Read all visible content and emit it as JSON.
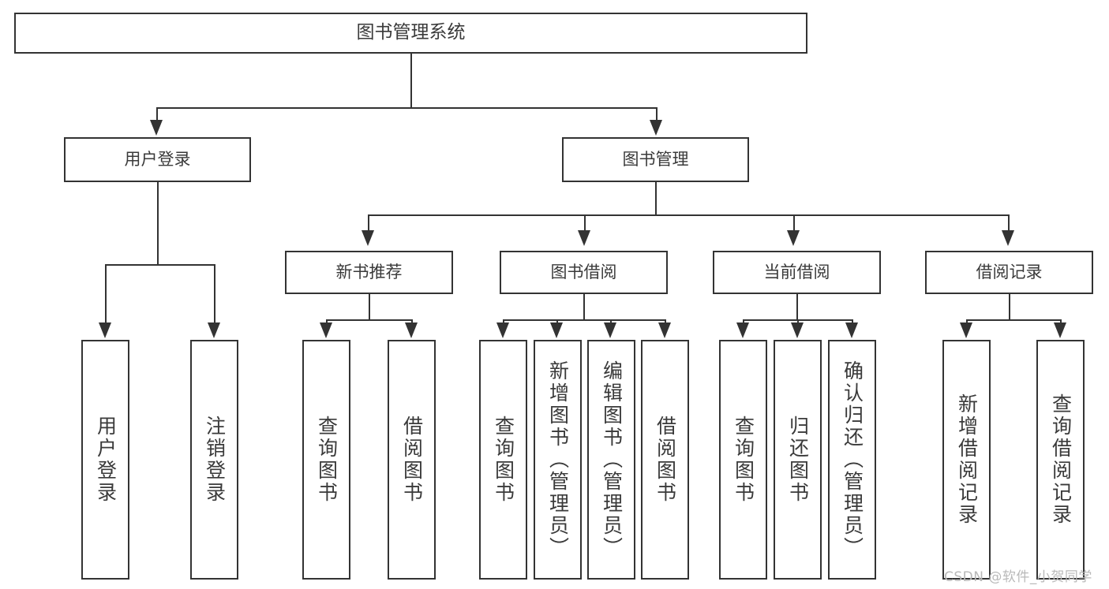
{
  "diagram": {
    "type": "tree-hierarchy",
    "title": "图书管理系统",
    "root": {
      "label": "图书管理系统"
    },
    "level2": [
      {
        "label": "用户登录"
      },
      {
        "label": "图书管理"
      }
    ],
    "level3": [
      {
        "label": "新书推荐"
      },
      {
        "label": "图书借阅"
      },
      {
        "label": "当前借阅"
      },
      {
        "label": "借阅记录"
      }
    ],
    "leaves": {
      "user_login": [
        {
          "label": "用户登录"
        },
        {
          "label": "注销登录"
        }
      ],
      "new_book_recommend": [
        {
          "label": "查询图书"
        },
        {
          "label": "借阅图书"
        }
      ],
      "book_borrow": [
        {
          "label": "查询图书"
        },
        {
          "label": "新增图书（管理员）"
        },
        {
          "label": "编辑图书（管理员）"
        },
        {
          "label": "借阅图书"
        }
      ],
      "current_borrow": [
        {
          "label": "查询图书"
        },
        {
          "label": "归还图书"
        },
        {
          "label": "确认归还（管理员）"
        }
      ],
      "borrow_record": [
        {
          "label": "新增借阅记录"
        },
        {
          "label": "查询借阅记录"
        }
      ]
    }
  },
  "watermark": {
    "text": "CSDN @软件_小贺同学"
  },
  "colors": {
    "stroke": "#333333",
    "text": "#3a3a3a",
    "background": "#ffffff",
    "watermark": "#b9b9b9"
  }
}
